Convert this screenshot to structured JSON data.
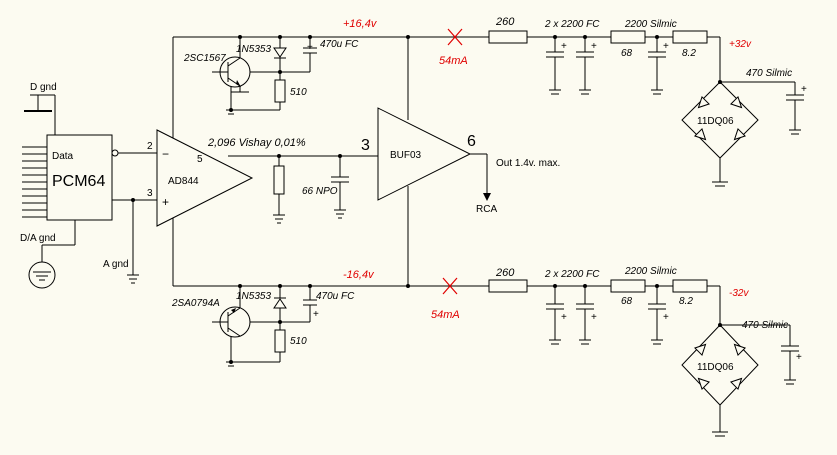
{
  "labels": {
    "d_gnd": "D gnd",
    "data": "Data",
    "pcm64": "PCM64",
    "da_gnd": "D/A gnd",
    "a_gnd": "A gnd",
    "ad844": "AD844",
    "pin2": "2",
    "pin3": "3",
    "pin5": "5",
    "vishay": "2,096 Vishay 0,01%",
    "npo": "66 NPO",
    "buf_pin3": "3",
    "buf03": "BUF03",
    "buf_pin6": "6",
    "out": "Out 1.4v. max.",
    "rca": "RCA",
    "pos_rail": "+16,4v",
    "neg_rail": "-16,4v",
    "pos_current": "54mA",
    "neg_current": "54mA",
    "r260_top": "260",
    "r260_bot": "260",
    "caps_top": "2 x 2200 FC",
    "caps_bot": "2 x 2200 FC",
    "silmic_top": "2200 Silmic",
    "silmic_bot": "2200 Silmic",
    "r68_top": "68",
    "r68_bot": "68",
    "r82_top": "8.2",
    "r82_bot": "8.2",
    "v32_pos": "+32v",
    "v32_neg": "-32v",
    "silmic470_top": "470 Silmic",
    "silmic470_bot": "470 Silmic",
    "bridge_top": "11DQ06",
    "bridge_bot": "11DQ06",
    "q_top": "2SC1567",
    "q_bot": "2SA0794A",
    "zener_top": "1N5353",
    "zener_bot": "1N5353",
    "cap470_top": "470u FC",
    "cap470_bot": "470u FC",
    "r510_top": "510",
    "r510_bot": "510",
    "plus": "+",
    "minus": "−"
  }
}
